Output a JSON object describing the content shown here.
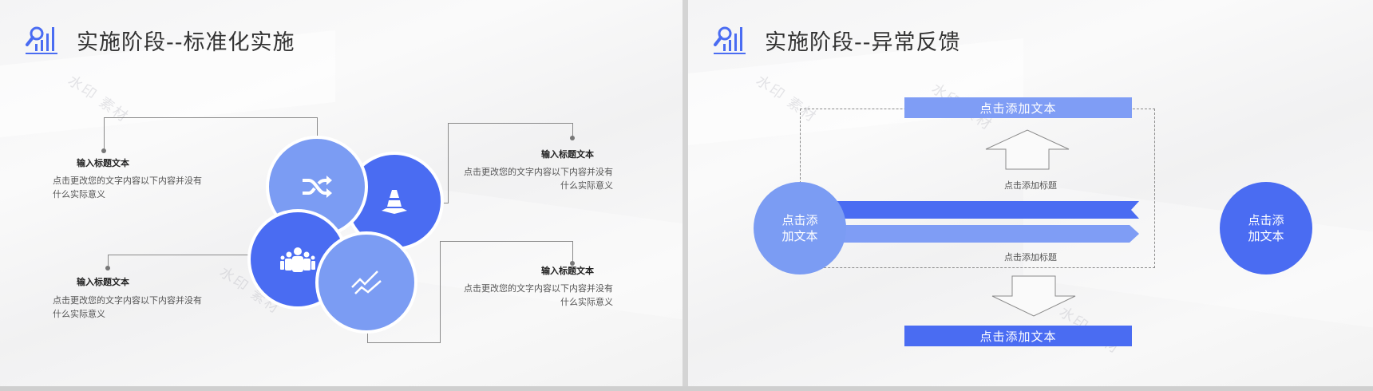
{
  "slides": [
    {
      "title": "实施阶段--标准化实施",
      "logo_icon": "bar-chart-magnifier-icon",
      "items": [
        {
          "title": "输入标题文本",
          "desc": "点击更改您的文字内容以下内容并没有什么实际意义",
          "icon": "shuffle-icon"
        },
        {
          "title": "输入标题文本",
          "desc": "点击更改您的文字内容以下内容并没有什么实际意义",
          "icon": "traffic-cone-icon"
        },
        {
          "title": "输入标题文本",
          "desc": "点击更改您的文字内容以下内容并没有什么实际意义",
          "icon": "team-icon"
        },
        {
          "title": "输入标题文本",
          "desc": "点击更改您的文字内容以下内容并没有什么实际意义",
          "icon": "trend-lines-icon"
        }
      ]
    },
    {
      "title": "实施阶段--异常反馈",
      "logo_icon": "bar-chart-magnifier-icon",
      "top_bar": "点击添加文本",
      "bottom_bar": "点击添加文本",
      "left_circle": "点击添\n加文本",
      "right_circle": "点击添\n加文本",
      "upper_caption": "点击添加标题",
      "lower_caption": "点击添加标题"
    }
  ],
  "colors": {
    "accent_dark": "#4a6cf2",
    "accent_light": "#7b9cf3",
    "title_text": "#333333"
  }
}
